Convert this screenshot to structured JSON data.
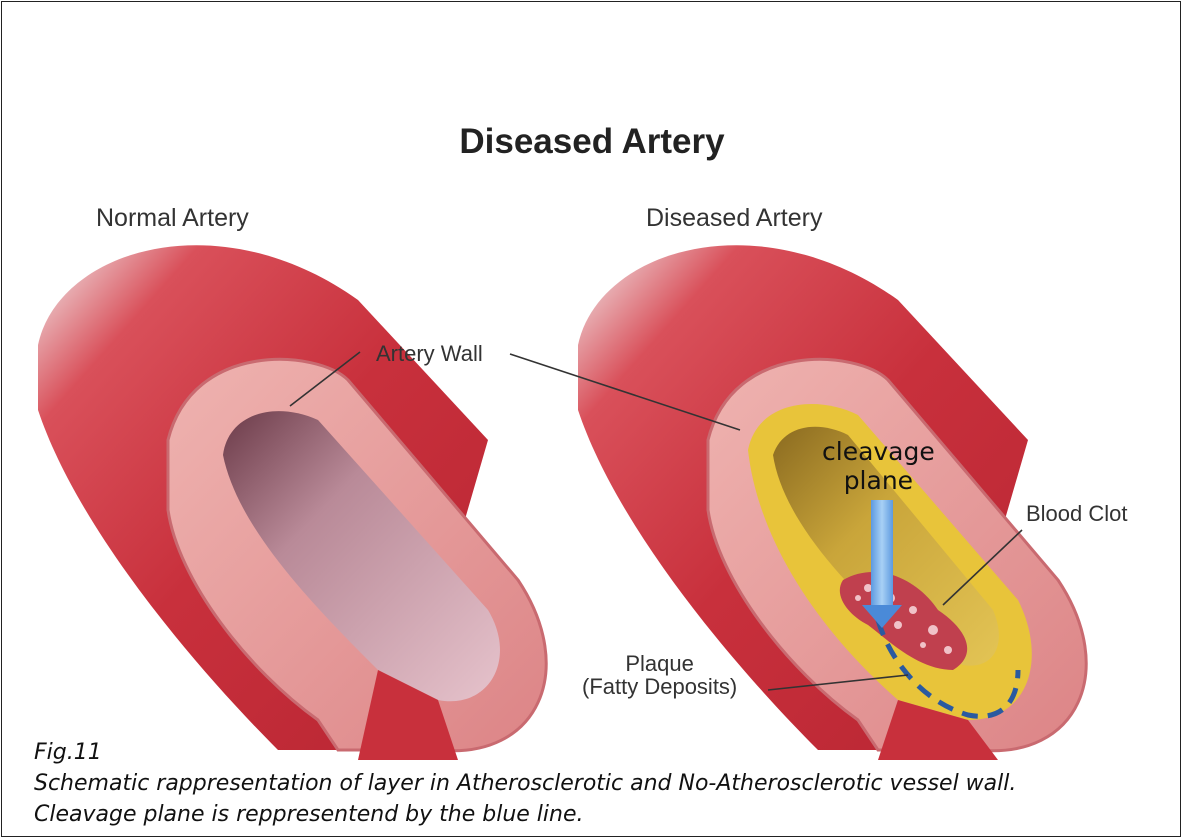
{
  "title": "Diseased Artery",
  "normal_label": "Normal Artery",
  "diseased_label": "Diseased Artery",
  "callouts": {
    "artery_wall": "Artery Wall",
    "blood_clot": "Blood Clot",
    "plaque_line1": "Plaque",
    "plaque_line2": "(Fatty Deposits)",
    "cleavage_line1": "cleavage",
    "cleavage_line2": "plane"
  },
  "caption": {
    "fig": "Fig.11",
    "line1": "Schematic rappresentation of layer in Atherosclerotic and No-Atherosclerotic vessel wall.",
    "line2": "Cleavage plane is reppresentend by the blue line."
  },
  "colors": {
    "artery_red": "#cf3a45",
    "wall_pink": "#e9a0a0",
    "plaque_yellow": "#e8c43a",
    "cleavage_blue": "#2a5aa0",
    "arrow_blue": "#7fb3ea"
  }
}
